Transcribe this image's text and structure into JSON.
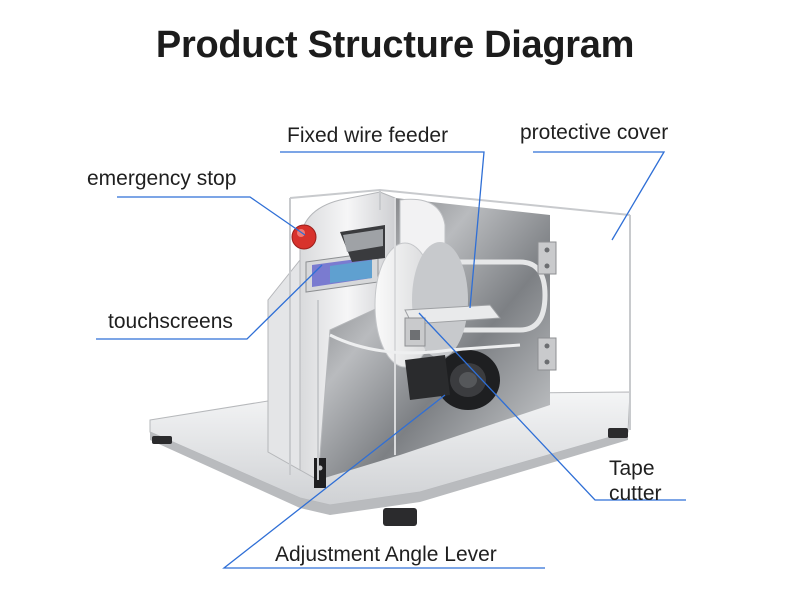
{
  "title": "Product Structure Diagram",
  "labels": {
    "fixed_wire_feeder": "Fixed wire feeder",
    "protective_cover": "protective cover",
    "emergency_stop": "emergency stop",
    "touchscreens": "touchscreens",
    "tape_line1": "Tape",
    "tape_line2": "cutter",
    "adjustment_angle_lever": "Adjustment Angle Lever"
  },
  "colors": {
    "callout_line": "#2f6fd6",
    "title_text": "#1c1c1c",
    "label_text": "#1f1f1f",
    "metal_panel": "#8a8c8f",
    "base_plate": "#e9eaec",
    "emergency_button": "#d8322c"
  }
}
